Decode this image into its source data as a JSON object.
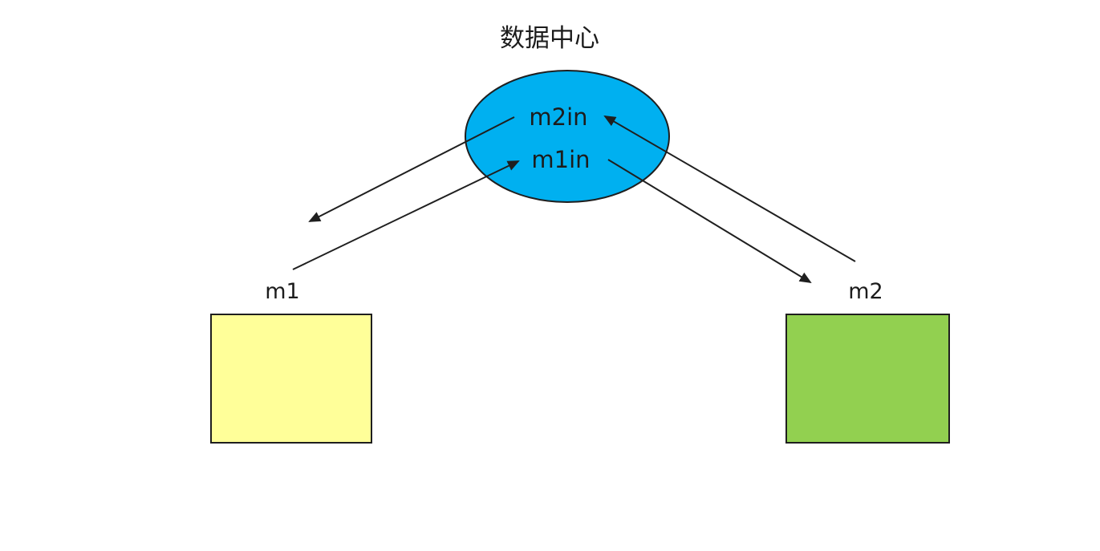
{
  "diagram": {
    "title": "数据中心",
    "hub": {
      "label": "数据中心",
      "shape": "ellipse",
      "ports": [
        {
          "id": "m2in",
          "label": "m2in"
        },
        {
          "id": "m1in",
          "label": "m1in"
        }
      ]
    },
    "nodes": [
      {
        "id": "m1",
        "label": "m1",
        "shape": "rectangle"
      },
      {
        "id": "m2",
        "label": "m2",
        "shape": "rectangle"
      }
    ],
    "edges": [
      {
        "from": "m2in",
        "to": "m1-side",
        "direction": "out-of-hub-left"
      },
      {
        "from": "m1",
        "to": "m1in",
        "direction": "into-hub"
      },
      {
        "from": "m2",
        "to": "m2in",
        "direction": "into-hub"
      },
      {
        "from": "m1in",
        "to": "m2-side",
        "direction": "out-of-hub-right"
      }
    ],
    "colors": {
      "hub_fill": "#00b0f0",
      "m1_fill": "#ffff99",
      "m2_fill": "#92d050",
      "line": "#1f1f1f",
      "background": "#ffffff"
    }
  }
}
